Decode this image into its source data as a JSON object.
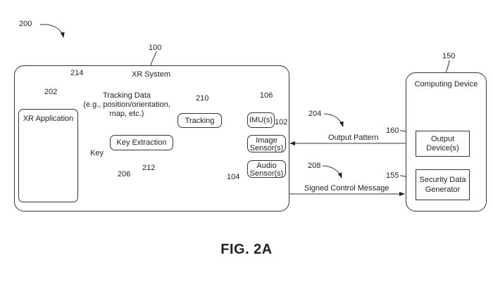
{
  "figure": {
    "ref": "200",
    "caption": "FIG. 2A"
  },
  "xr_system": {
    "ref": "100",
    "label": "XR System",
    "xr_application": {
      "ref": "202",
      "label": "XR Application"
    },
    "tracking": {
      "ref": "210",
      "label": "Tracking"
    },
    "key_extraction": {
      "ref": "212",
      "label": "Key Extraction"
    },
    "imu": {
      "ref": "106",
      "label": "IMU(s)"
    },
    "image_sensor": {
      "ref": "102",
      "label_line1": "Image",
      "label_line2": "Sensor(s)"
    },
    "audio_sensor": {
      "ref": "104",
      "label_line1": "Audio",
      "label_line2": "Sensor(s)"
    },
    "tracking_data": {
      "ref": "214",
      "line1": "Tracking Data",
      "line2": "(e.g., position/orientation,",
      "line3": "map, etc.)"
    },
    "key": {
      "ref": "206",
      "label": "Key"
    }
  },
  "computing_device": {
    "ref": "150",
    "label": "Computing Device",
    "output_device": {
      "ref": "160",
      "label_line1": "Output",
      "label_line2": "Device(s)"
    },
    "security_generator": {
      "ref": "155",
      "label_line1": "Security Data",
      "label_line2": "Generator"
    }
  },
  "connections": {
    "output_pattern": {
      "ref": "204",
      "label": "Output Pattern"
    },
    "signed_control": {
      "ref": "208",
      "label": "Signed Control Message"
    }
  }
}
